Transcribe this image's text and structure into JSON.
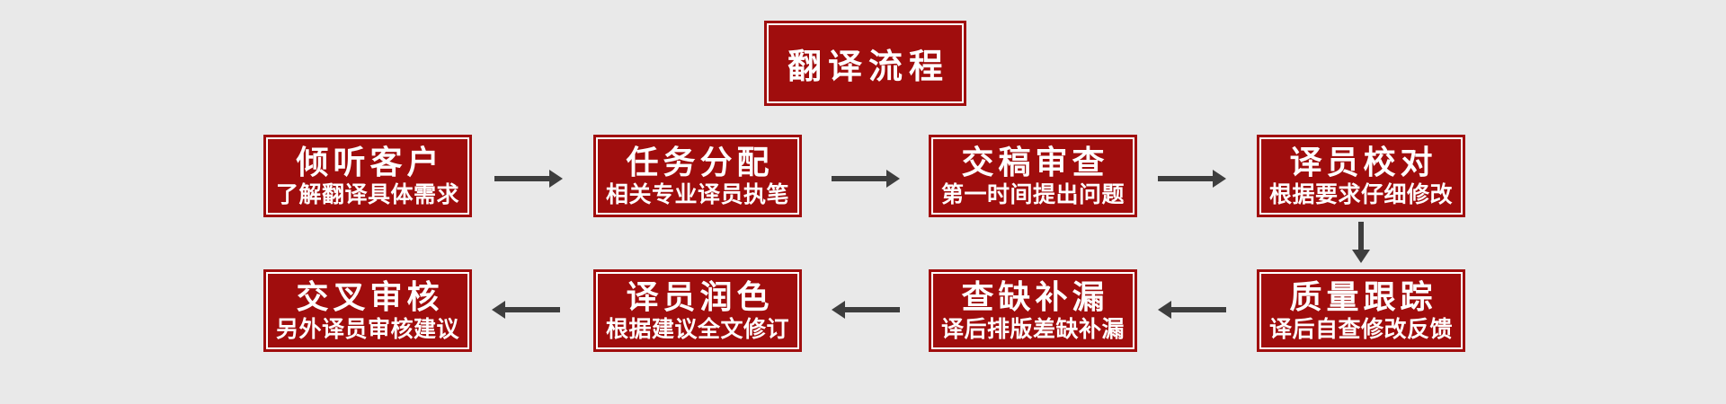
{
  "title": {
    "label": "翻译流程"
  },
  "colors": {
    "background": "#e9e9e9",
    "box_fill": "#a00d0d",
    "box_inner_border": "#ffffff",
    "text": "#ffffff",
    "arrow": "#3e3e3e"
  },
  "flow": {
    "steps": [
      {
        "title": "倾听客户",
        "subtitle": "了解翻译具体需求"
      },
      {
        "title": "任务分配",
        "subtitle": "相关专业译员执笔"
      },
      {
        "title": "交稿审查",
        "subtitle": "第一时间提出问题"
      },
      {
        "title": "译员校对",
        "subtitle": "根据要求仔细修改"
      },
      {
        "title": "质量跟踪",
        "subtitle": "译后自查修改反馈"
      },
      {
        "title": "查缺补漏",
        "subtitle": "译后排版差缺补漏"
      },
      {
        "title": "译员润色",
        "subtitle": "根据建议全文修订"
      },
      {
        "title": "交叉审核",
        "subtitle": "另外译员审核建议"
      }
    ],
    "connectors": [
      {
        "from": "倾听客户",
        "to": "任务分配",
        "direction": "right"
      },
      {
        "from": "任务分配",
        "to": "交稿审查",
        "direction": "right"
      },
      {
        "from": "交稿审查",
        "to": "译员校对",
        "direction": "right"
      },
      {
        "from": "译员校对",
        "to": "质量跟踪",
        "direction": "down"
      },
      {
        "from": "质量跟踪",
        "to": "查缺补漏",
        "direction": "left"
      },
      {
        "from": "查缺补漏",
        "to": "译员润色",
        "direction": "left"
      },
      {
        "from": "译员润色",
        "to": "交叉审核",
        "direction": "left"
      }
    ]
  }
}
